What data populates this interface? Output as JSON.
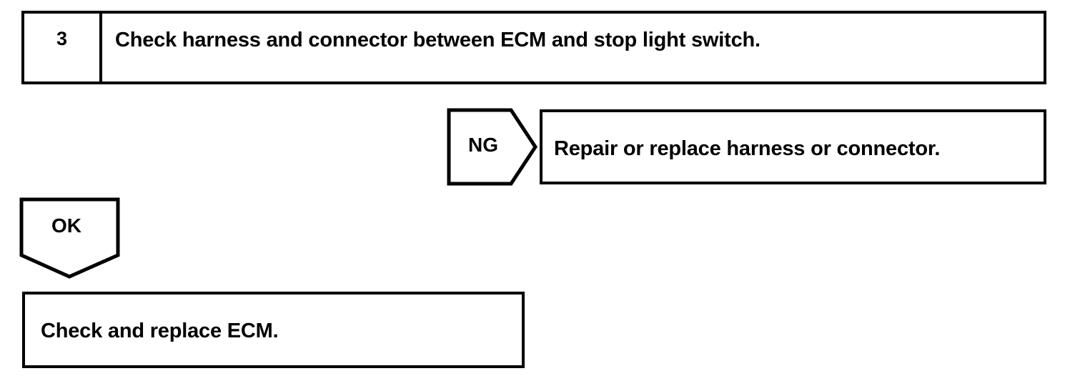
{
  "document": {
    "type": "troubleshooting-flowchart",
    "ink_color": "#000000",
    "background_color": "#ffffff"
  },
  "step": {
    "number": "3",
    "instruction": "Check harness and connector between ECM and stop light switch."
  },
  "branches": {
    "ng": {
      "label": "NG",
      "result": "Repair or replace harness or connector."
    },
    "ok": {
      "label": "OK",
      "result": "Check and replace ECM."
    }
  }
}
